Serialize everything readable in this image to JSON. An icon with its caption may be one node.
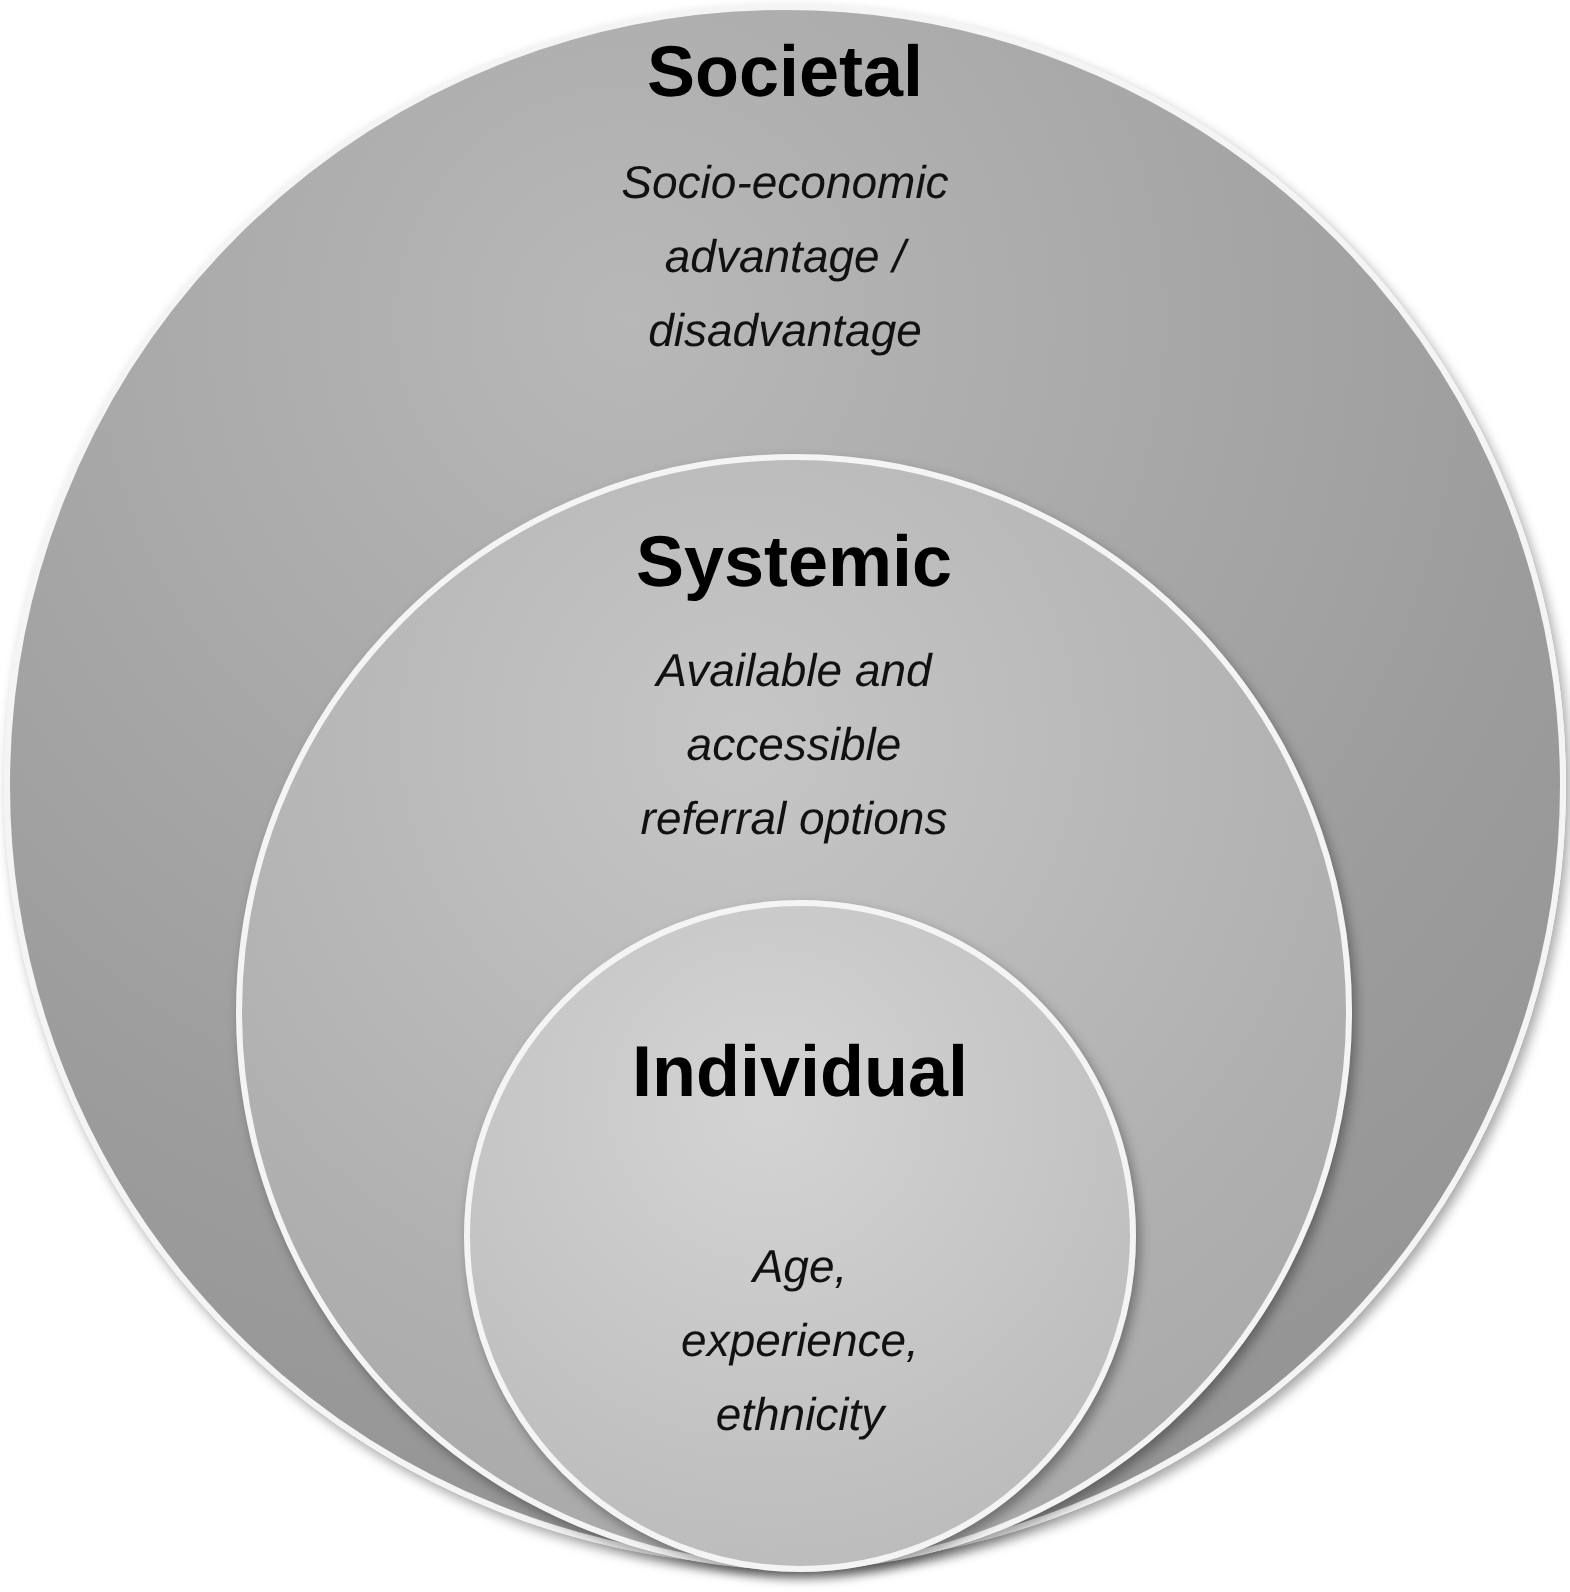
{
  "diagram": {
    "nodes": [
      {
        "text": [
          "Societal",
          "Socio-economic advantage / disadvantage"
        ]
      },
      {
        "text": [
          "Systemic",
          "Available and accessible referral options"
        ],
        "in": 0
      },
      {
        "text": [
          "Individual",
          "Age, experience, ethnicity"
        ],
        "in": 1
      }
    ]
  }
}
